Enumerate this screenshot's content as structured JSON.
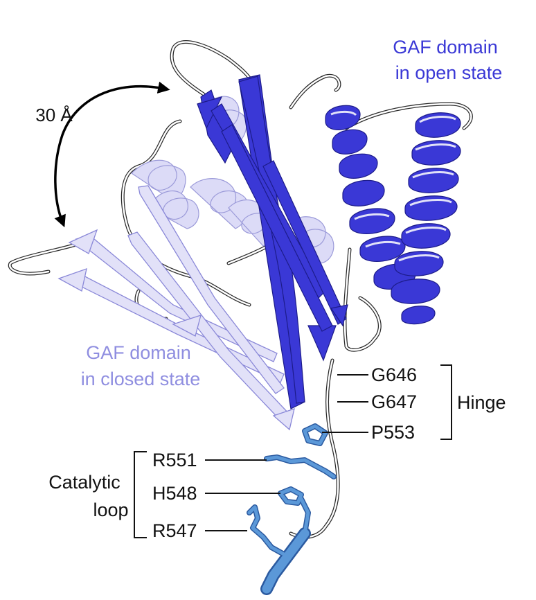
{
  "labels": {
    "open_state_line1": "GAF domain",
    "open_state_line2": "in open state",
    "closed_state_line1": "GAF domain",
    "closed_state_line2": "in closed state",
    "rotation": "30 Å",
    "hinge": "Hinge",
    "catalytic_line1": "Catalytic",
    "catalytic_line2": "loop",
    "residues": {
      "g646": "G646",
      "g647": "G647",
      "p553": "P553",
      "r551": "R551",
      "h548": "H548",
      "r547": "R547"
    }
  },
  "colors": {
    "open_state": "#3a38d6",
    "closed_state": "#d9d8f6",
    "closed_state_edge": "#8a88d8",
    "closed_label": "#8f8ee0",
    "residue_sticks": "#4a86c9",
    "coil": "#ffffff",
    "outline": "#2b2b2b",
    "text": "#111111"
  }
}
